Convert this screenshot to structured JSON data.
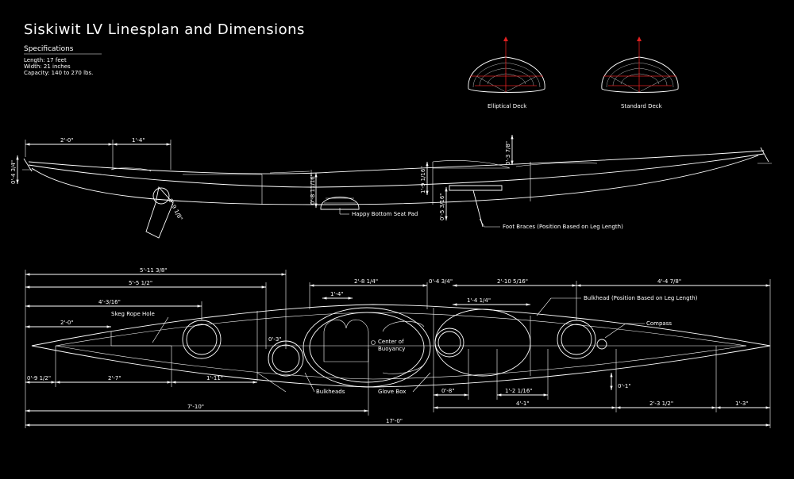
{
  "title": "Siskiwit LV Linesplan and Dimensions",
  "specifications": {
    "heading": "Specifications",
    "length": "Length: 17 feet",
    "width": "Width: 21 inches",
    "capacity": "Capacity: 140 to 270 lbs."
  },
  "sections": {
    "elliptical": "Elliptical Deck",
    "standard": "Standard Deck"
  },
  "colors": {
    "background": "#000000",
    "lines": "#ffffff",
    "accent": "#e02020"
  },
  "profile": {
    "dims": {
      "bow_2_0": "2'-0\"",
      "top_1_4": "1'-4\"",
      "left_height": "0'-4 3/4\"",
      "seat_angle": "0'-9 1/8\"",
      "seat_height": "0'-8 11/16\"",
      "cockpit_height": "1'-9 1/16\"",
      "deck_top": "0'-3 7/8\"",
      "brace_height": "0'-5 3/16\""
    },
    "labels": {
      "seat_pad": "Happy Bottom Seat Pad",
      "foot_braces": "Foot Braces (Position Based on Leg Length)"
    }
  },
  "plan": {
    "dims": {
      "d_5_11": "5'-11 3/8\"",
      "d_5_5": "5'-5 1/2\"",
      "d_4_3": "4'-3/16\"",
      "d_2_0": "2'-0\"",
      "d_2_8": "2'-8 1/4\"",
      "d_1_4a": "1'-4\"",
      "d_0_4": "0'-4 3/4\"",
      "d_2_10": "2'-10 5/16\"",
      "d_1_4b": "1'-4 1/4\"",
      "d_4_4": "4'-4 7/8\"",
      "d_0_3": "0'-3\"",
      "d_0_9": "0'-9 1/2\"",
      "d_2_7": "2'-7\"",
      "d_1_11": "1'-11\"",
      "d_0_8": "0'-8\"",
      "d_1_2": "1'-2 1/16\"",
      "d_0_1": "0'-1\"",
      "d_4_1": "4'-1\"",
      "d_2_3": "2'-3 1/2\"",
      "d_1_3": "1'-3\"",
      "d_7_10": "7'-10\"",
      "d_17": "17'-0\""
    },
    "labels": {
      "skeg": "Skeg Rope Hole",
      "bulkhead_pos": "Bulkhead (Position Based on Leg Length)",
      "compass": "Compass",
      "center1": "Center of",
      "center2": "Buoyancy",
      "bulkheads": "Bulkheads",
      "glovebox": "Glove Box"
    }
  }
}
